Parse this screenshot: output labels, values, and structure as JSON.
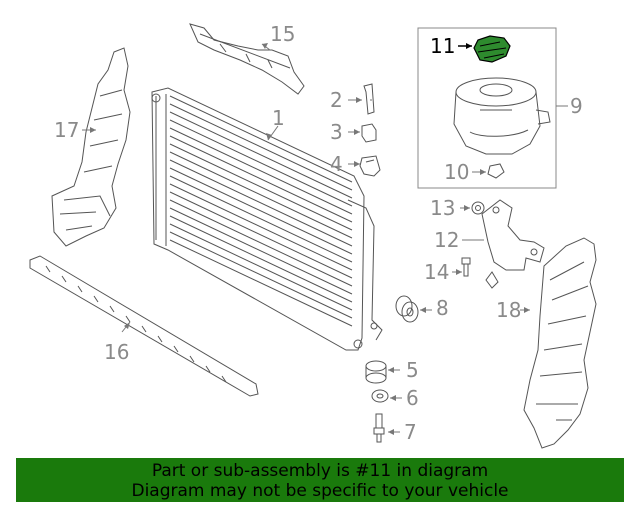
{
  "callouts": [
    "1",
    "2",
    "3",
    "4",
    "5",
    "6",
    "7",
    "8",
    "9",
    "10",
    "11",
    "12",
    "13",
    "14",
    "15",
    "16",
    "17",
    "18"
  ],
  "highlighted": "11",
  "banner": {
    "line1": "Part or sub-assembly is #11 in diagram",
    "line2": "Diagram may not be specific to your vehicle"
  },
  "colors": {
    "banner": "#1a7a0c",
    "line": "#555555",
    "label": "#8a8a8a",
    "highlight": "#2e8b2e"
  }
}
